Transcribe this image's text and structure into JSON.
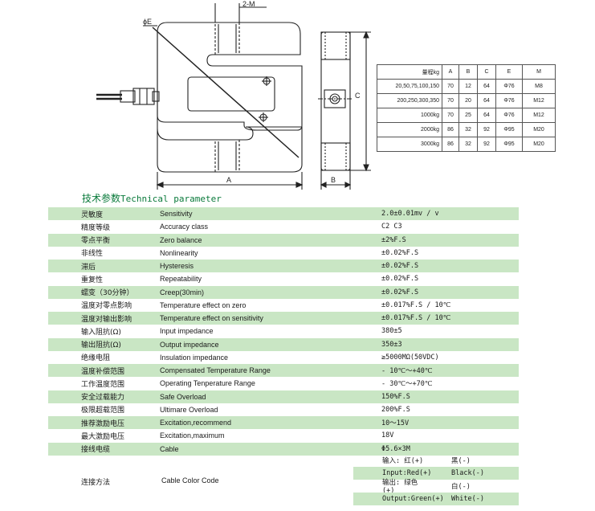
{
  "drawing": {
    "labels": {
      "m_thread": "2-M",
      "e_diameter": "ϕE",
      "a_dim": "A",
      "b_dim": "B",
      "c_dim": "C"
    }
  },
  "dim_table": {
    "headers": [
      "量程kg",
      "A",
      "B",
      "C",
      "E",
      "M"
    ],
    "rows": [
      [
        "20,50,75,100,150",
        "70",
        "12",
        "64",
        "Φ76",
        "M8"
      ],
      [
        "200,250,300,350",
        "70",
        "20",
        "64",
        "Φ76",
        "M12"
      ],
      [
        "1000kg",
        "70",
        "25",
        "64",
        "Φ76",
        "M12"
      ],
      [
        "2000kg",
        "86",
        "32",
        "92",
        "Φ95",
        "M20"
      ],
      [
        "3000kg",
        "86",
        "32",
        "92",
        "Φ95",
        "M20"
      ]
    ]
  },
  "section": {
    "title_cn": "技术参数",
    "title_en": "Technical parameter"
  },
  "params": [
    {
      "cn": "灵敏度",
      "en": "Sensitivity",
      "value": "2.0±0.01mv / v"
    },
    {
      "cn": "精度等级",
      "en": "Accuracy class",
      "value": "C2   C3"
    },
    {
      "cn": "零点平衡",
      "en": "Zero balance",
      "value": "±2%F.S"
    },
    {
      "cn": "非线性",
      "en": "Nonlinearity",
      "value": "±0.02%F.S"
    },
    {
      "cn": "滞后",
      "en": "Hysteresis",
      "value": "±0.02%F.S"
    },
    {
      "cn": "重复性",
      "en": "Repeatability",
      "value": "±0.02%F.S"
    },
    {
      "cn": "蠕变（30分钟）",
      "en": "Creep(30min)",
      "value": "±0.02%F.S"
    },
    {
      "cn": "温度对零点影响",
      "en": "Temperature effect on zero",
      "value": "±0.017%F.S / 10℃"
    },
    {
      "cn": "温度对输出影响",
      "en": "Temperature effect on sensitivity",
      "value": "±0.017%F.S / 10℃"
    },
    {
      "cn": "输入阻抗(Ω)",
      "en": "Input impedance",
      "value": "380±5"
    },
    {
      "cn": "输出阻抗(Ω)",
      "en": "Output impedance",
      "value": "350±3"
    },
    {
      "cn": "绝缘电阻",
      "en": "Insulation impedance",
      "value": "≥5000MΩ(50VDC)"
    },
    {
      "cn": "温度补偿范围",
      "en": "Compensated Temperature Range",
      "value": "- 10℃～+40℃"
    },
    {
      "cn": "工作温度范围",
      "en": "Operating Tenperature Range",
      "value": "- 30℃～+70℃"
    },
    {
      "cn": "安全过载能力",
      "en": "Safe Overload",
      "value": "150%F.S"
    },
    {
      "cn": "极限超载范围",
      "en": "Ultimare Overload",
      "value": "200%F.S"
    },
    {
      "cn": "推荐激励电压",
      "en": "Excitation,recommend",
      "value": "10～15V"
    },
    {
      "cn": "最大激励电压",
      "en": "Excitation,maximum",
      "value": "18V"
    },
    {
      "cn": "接线电缆",
      "en": "Cable",
      "value": "Φ5.6×3M"
    }
  ],
  "cable": {
    "cn": "连接方法",
    "en": "Cable Color Code",
    "rows": [
      {
        "a": "输入: 红(+)",
        "b": "黑(-)"
      },
      {
        "a": "Input:Red(+)",
        "b": "Black(-)"
      },
      {
        "a": "输出: 绿色(+)",
        "b": "白(-)"
      },
      {
        "a": "Output:Green(+)",
        "b": "White(-)"
      }
    ]
  },
  "colors": {
    "row_band": "#c9e6c4",
    "title_green": "#0a7a3b"
  }
}
